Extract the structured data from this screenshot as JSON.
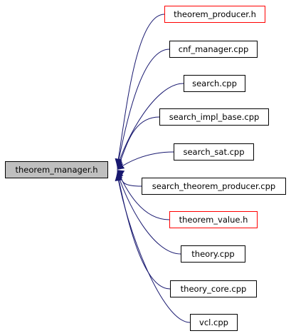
{
  "graph": {
    "root": {
      "label": "theorem_manager.h"
    },
    "includers": [
      {
        "label": "theorem_producer.h",
        "border": "red"
      },
      {
        "label": "cnf_manager.cpp",
        "border": "black"
      },
      {
        "label": "search.cpp",
        "border": "black"
      },
      {
        "label": "search_impl_base.cpp",
        "border": "black"
      },
      {
        "label": "search_sat.cpp",
        "border": "black"
      },
      {
        "label": "search_theorem_producer.cpp",
        "border": "black"
      },
      {
        "label": "theorem_value.h",
        "border": "red"
      },
      {
        "label": "theory.cpp",
        "border": "black"
      },
      {
        "label": "theory_core.cpp",
        "border": "black"
      },
      {
        "label": "vcl.cpp",
        "border": "black"
      }
    ]
  },
  "colors": {
    "edge": "#191970",
    "root_fill": "#bfbfbf",
    "red_border": "#ff0000",
    "black_border": "#000000"
  }
}
